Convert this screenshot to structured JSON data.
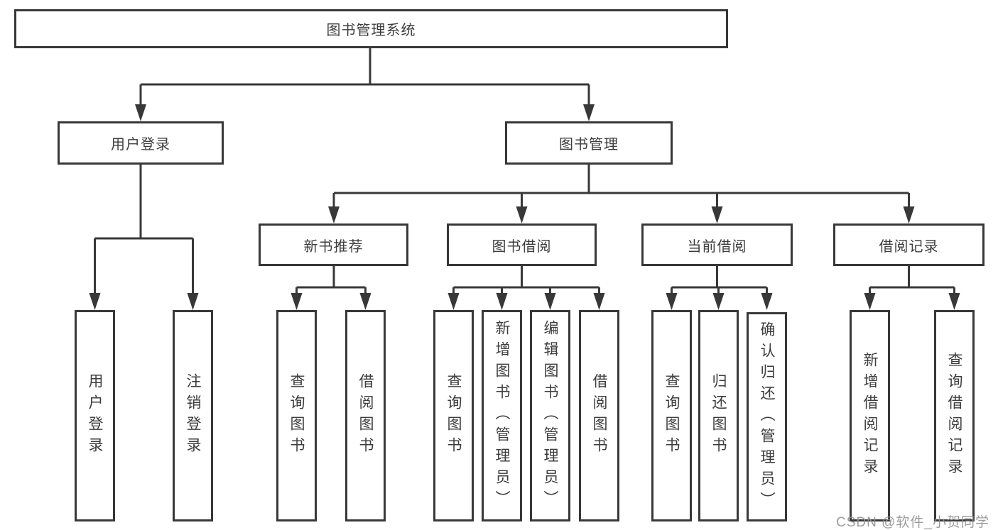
{
  "diagram": {
    "title": "图书管理系统",
    "level2": [
      "用户登录",
      "图书管理"
    ],
    "level3": [
      "新书推荐",
      "图书借阅",
      "当前借阅",
      "借阅记录"
    ],
    "leaves": {
      "user_login": [
        "用户登录",
        "注销登录"
      ],
      "new_book": [
        "查询图书",
        "借阅图书"
      ],
      "book_borrow": [
        "查询图书",
        "新增图书（管理员）",
        "编辑图书（管理员）",
        "借阅图书"
      ],
      "current_borrow": [
        "查询图书",
        "归还图书",
        "确认归还（管理员）"
      ],
      "borrow_record": [
        "新增借阅记录",
        "查询借阅记录"
      ]
    },
    "colors": {
      "line": "#383838",
      "border": "#383838",
      "text": "#3d3d3d",
      "background": "#ffffff",
      "watermark": "#919191"
    }
  },
  "watermark": "CSDN @软件_小贺同学"
}
